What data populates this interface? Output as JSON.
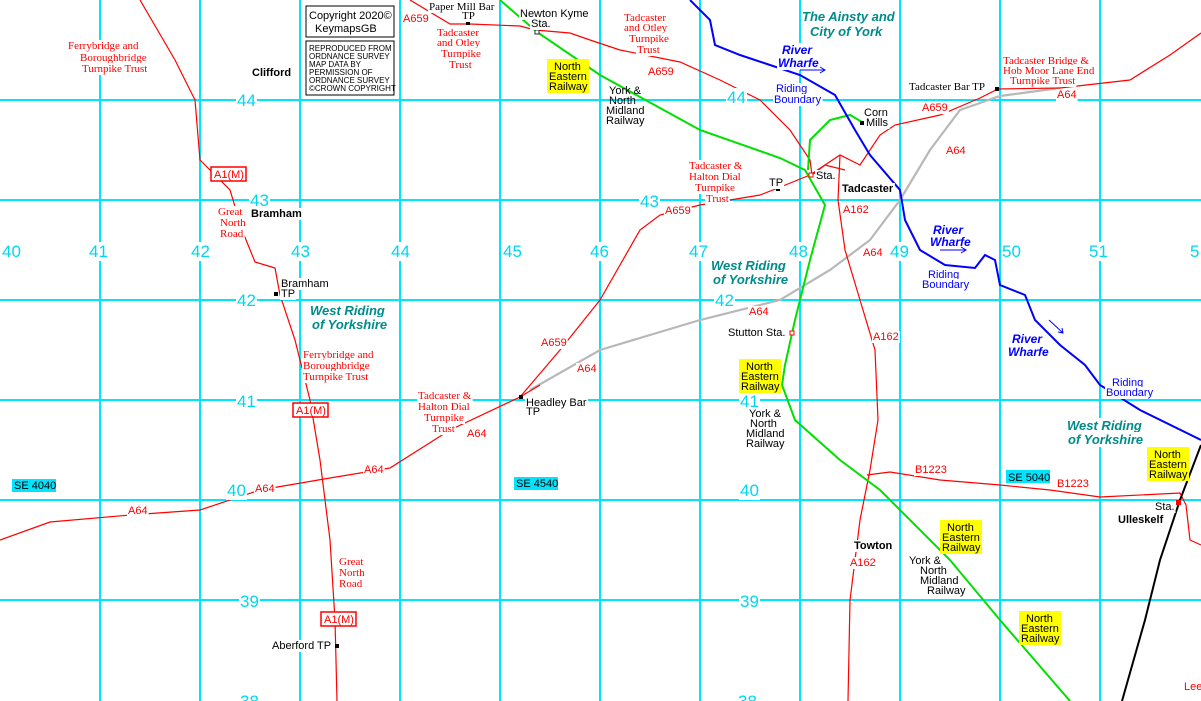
{
  "copyright": {
    "line1": "Copyright 2020©",
    "line2": "KeymapsGB",
    "os": [
      "REPRODUCED FROM",
      "ORDNANCE SURVEY",
      "MAP DATA BY",
      "PERMISSION OF",
      "ORDNANCE SURVEY",
      "©CROWN COPYRIGHT"
    ]
  },
  "grid": {
    "eastings": [
      "40",
      "41",
      "42",
      "43",
      "44",
      "45",
      "46",
      "47",
      "48",
      "49",
      "50",
      "51",
      "5"
    ],
    "northings": [
      "44",
      "43",
      "42",
      "41",
      "40",
      "39",
      "38"
    ],
    "refs": [
      "SE 4040",
      "SE 4540",
      "SE 5040"
    ]
  },
  "colors": {
    "grid": "#00e5ff",
    "road": "#ff0000",
    "rail": "#00e000",
    "river": "#0000ff",
    "county": "#008b8b",
    "railway_label_bg": "#ffff00"
  },
  "places": {
    "clifford": "Clifford",
    "bramham": "Bramham",
    "tadcaster": "Tadcaster",
    "towton": "Towton",
    "ulleskelf": "Ulleskelf",
    "leeds": "Lee"
  },
  "counties": {
    "ainsty1": "The Ainsty and",
    "ainsty2": "City of York",
    "wr1": "West Riding",
    "wr2": "of Yorkshire"
  },
  "rivers": {
    "r1": "River",
    "r2": "Wharfe",
    "rb1": "Riding",
    "rb2": "Boundary"
  },
  "roads": {
    "a659": "A659",
    "a64": "A64",
    "a162": "A162",
    "b1223": "B1223",
    "a1m": "A1(M)",
    "gnr1": "Great",
    "gnr2": "North",
    "gnr3": "Road"
  },
  "trusts": {
    "ferry": [
      "Ferrybridge and",
      "Boroughbridge",
      "Turnpike Trust"
    ],
    "tadotley": [
      "Tadcaster",
      "and Otley",
      "Turnpike",
      "Trust"
    ],
    "tadhalton": [
      "Tadcaster &",
      "Halton Dial",
      "Turnpike",
      "Trust"
    ],
    "tadbridge": [
      "Tadcaster Bridge &",
      "Hob Moor Lane End",
      "Turnpike Trust"
    ]
  },
  "points": {
    "papermill1": "Paper Mill Bar",
    "papermill2": "TP",
    "newton1": "Newton Kyme",
    "newton2": "Sta.",
    "bramtp1": "Bramham",
    "bramtp2": "TP",
    "tp": "TP",
    "sta": "Sta.",
    "corn1": "Corn",
    "corn2": "Mills",
    "tadbar": "Tadcaster Bar TP",
    "stutton": "Stutton Sta.",
    "headley1": "Headley Bar",
    "headley2": "TP",
    "aberford": "Aberford TP"
  },
  "railways": {
    "ner": [
      "North",
      "Eastern",
      "Railway"
    ],
    "ynm": [
      "York &",
      "North",
      "Midland",
      "Railway"
    ]
  }
}
